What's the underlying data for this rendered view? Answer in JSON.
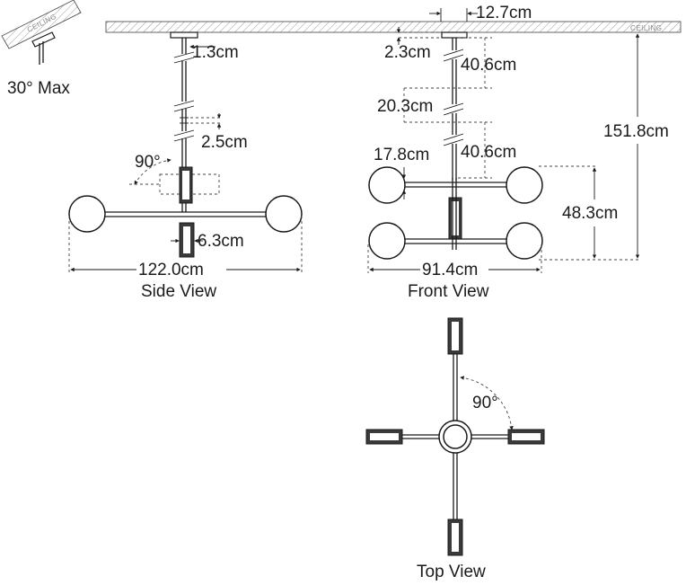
{
  "ceiling_label": "CEILING",
  "slope": {
    "ceiling_label": "CEILING",
    "angle": "30° Max"
  },
  "side_view": {
    "title": "Side View",
    "canopy_height": "1.3cm",
    "coupler_length": "2.5cm",
    "rotation_angle": "90°",
    "body_depth": "6.3cm",
    "overall_width": "122.0cm"
  },
  "front_view": {
    "title": "Front View",
    "canopy_width": "12.7cm",
    "canopy_height": "2.3cm",
    "rod_upper": "40.6cm",
    "rod_middle": "20.3cm",
    "rod_lower": "40.6cm",
    "body_offset": "17.8cm",
    "fixture_height": "48.3cm",
    "overall_height": "151.8cm",
    "overall_width": "91.4cm"
  },
  "top_view": {
    "title": "Top View",
    "arm_angle": "90°"
  }
}
